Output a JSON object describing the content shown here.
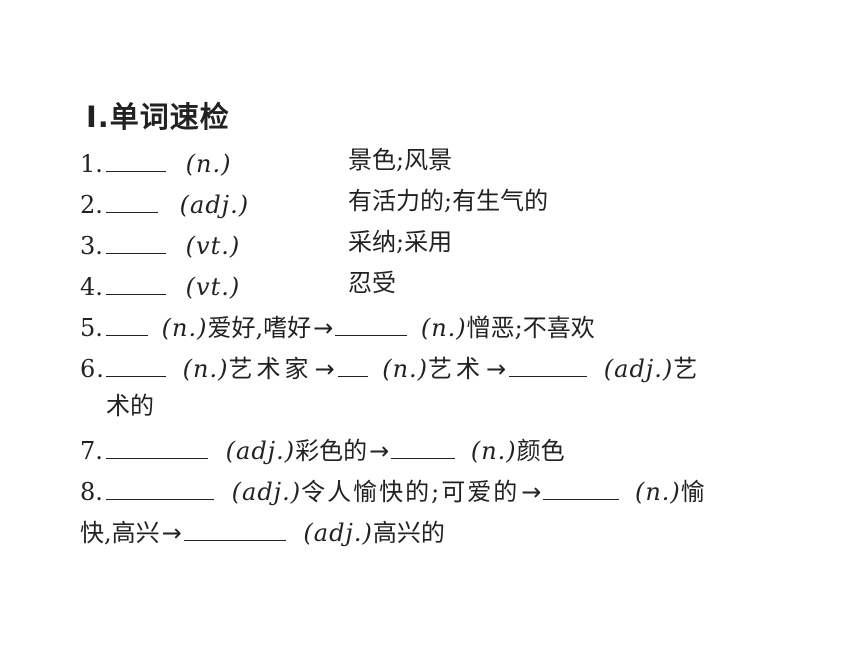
{
  "section_title": "Ⅰ.单词速检",
  "items": [
    {
      "num": "1.",
      "pos": "(n.)",
      "meaning": "景色;风景"
    },
    {
      "num": "2.",
      "pos": "(adj.)",
      "meaning": "有活力的;有生气的"
    },
    {
      "num": "3.",
      "pos": "(vt.)",
      "meaning": "采纳;采用"
    },
    {
      "num": "4.",
      "pos": "(vt.)",
      "meaning": "忍受"
    }
  ],
  "item5": {
    "num": "5.",
    "pos1": "(n.)",
    "text1": "爱好,嗜好",
    "pos2": "(n.)",
    "text2": "憎恶;不喜欢"
  },
  "item6": {
    "num": "6.",
    "pos1": "(n.)",
    "text1": "艺术家",
    "pos2": "(n.)",
    "text2": "艺术",
    "pos3": "(adj.)",
    "text3a": "艺",
    "text3b": "术的"
  },
  "item7": {
    "num": "7.",
    "pos1": "(adj.)",
    "text1": "彩色的",
    "pos2": "(n.)",
    "text2": "颜色"
  },
  "item8": {
    "num": "8.",
    "pos1": "(adj.)",
    "text1": "令人愉快的;可爱的",
    "pos2": "(n.)",
    "text2a": "愉",
    "text2b": "快,高兴",
    "pos3": "(adj.)",
    "text3": "高兴的"
  },
  "arrow": "→"
}
